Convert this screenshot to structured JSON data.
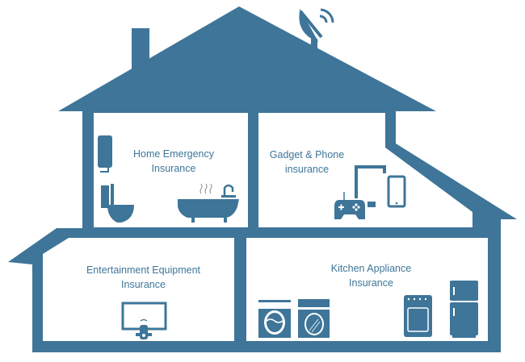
{
  "colors": {
    "house": "#3e7599",
    "room": "#ffffff"
  },
  "rooms": [
    {
      "title": "Home Emergency",
      "subtitle": "Insurance",
      "icons": [
        "water-heater-icon",
        "toilet-icon",
        "bathtub-icon"
      ]
    },
    {
      "title": "Gadget & Phone",
      "subtitle": "insurance",
      "icons": [
        "game-controller-icon",
        "tablet-icon",
        "smartphone-icon"
      ]
    },
    {
      "title": "Entertainment Equipment",
      "subtitle": "Insurance",
      "icons": [
        "television-icon",
        "remote-icon"
      ]
    },
    {
      "title": "Kitchen Appliance",
      "subtitle": "Insurance",
      "icons": [
        "washing-machine-icon",
        "dryer-icon",
        "oven-icon",
        "refrigerator-icon"
      ]
    }
  ],
  "roof_icons": [
    "satellite-dish-icon",
    "chimney"
  ]
}
